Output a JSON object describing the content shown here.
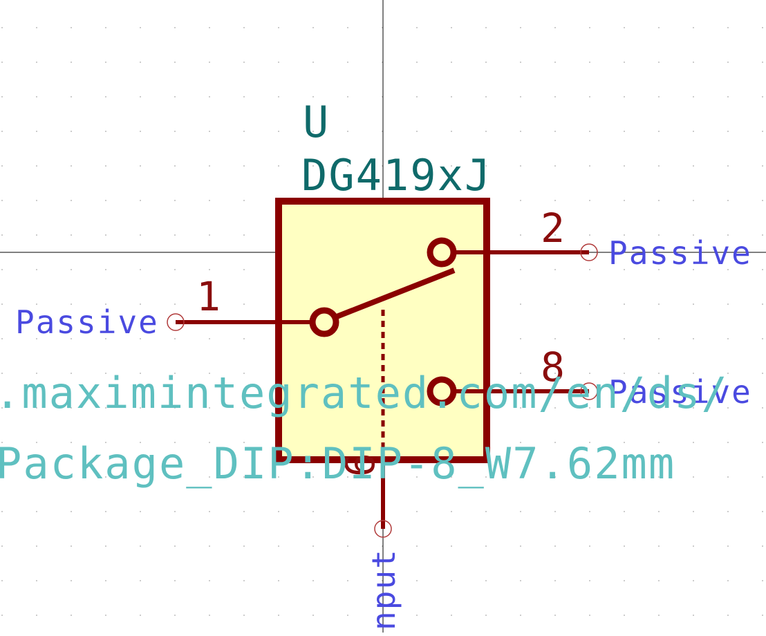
{
  "symbol": {
    "reference": "U",
    "value": "DG419xJ",
    "datasheet": ".maximintegrated.com/en/ds/",
    "footprint": "Package_DIP:DIP-8_W7.62mm"
  },
  "pins": {
    "pin1": {
      "number": "1",
      "type": "Passive"
    },
    "pin2": {
      "number": "2",
      "type": "Passive"
    },
    "pin8": {
      "number": "8",
      "type": "Passive"
    },
    "pin6": {
      "number": "6",
      "type": "nput"
    }
  },
  "colors": {
    "body_fill": "#ffffc2",
    "body_stroke": "#8a0000",
    "reference_text": "#0f6a6a",
    "pin_number": "#8a0c0c",
    "pin_type": "#4a4ae0",
    "field_text": "#5fc0c0",
    "crosshair": "#000000",
    "grid_dot": "#c8c8c8"
  }
}
